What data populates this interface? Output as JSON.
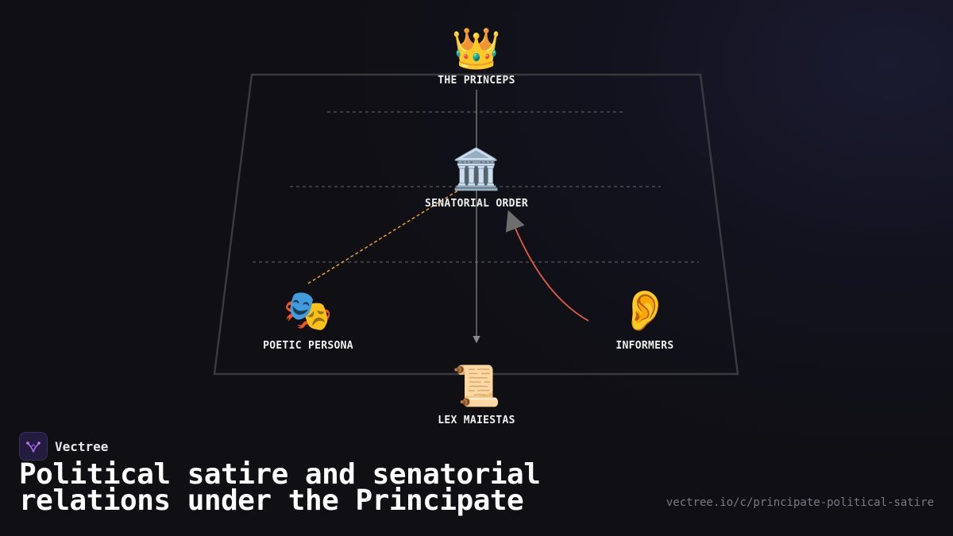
{
  "diagram": {
    "nodes": {
      "princeps": {
        "label": "THE PRINCEPS",
        "icon": "crown-icon",
        "glyph": "👑"
      },
      "senate": {
        "label": "SENATORIAL ORDER",
        "icon": "classical-building-icon",
        "glyph": "🏛️"
      },
      "persona": {
        "label": "POETIC PERSONA",
        "icon": "theater-masks-icon",
        "glyph": "🎭"
      },
      "informers": {
        "label": "INFORMERS",
        "icon": "ear-icon",
        "glyph": "👂"
      },
      "lex": {
        "label": "LEX MAIESTAS",
        "icon": "scroll-icon",
        "glyph": "📜"
      }
    },
    "colors": {
      "frame": "#3a3a3e",
      "tier_line": "#4a4a50",
      "hierarchy_arrow": "#8a8a8a",
      "satire_arrow": "#e8a030",
      "informer_arrow": "#e05a48"
    }
  },
  "brand": {
    "name": "Vectree",
    "logo_icon": "vectree-logo-icon"
  },
  "title": "Political satire and senatorial relations under the Principate",
  "url": "vectree.io/c/principate-political-satire"
}
